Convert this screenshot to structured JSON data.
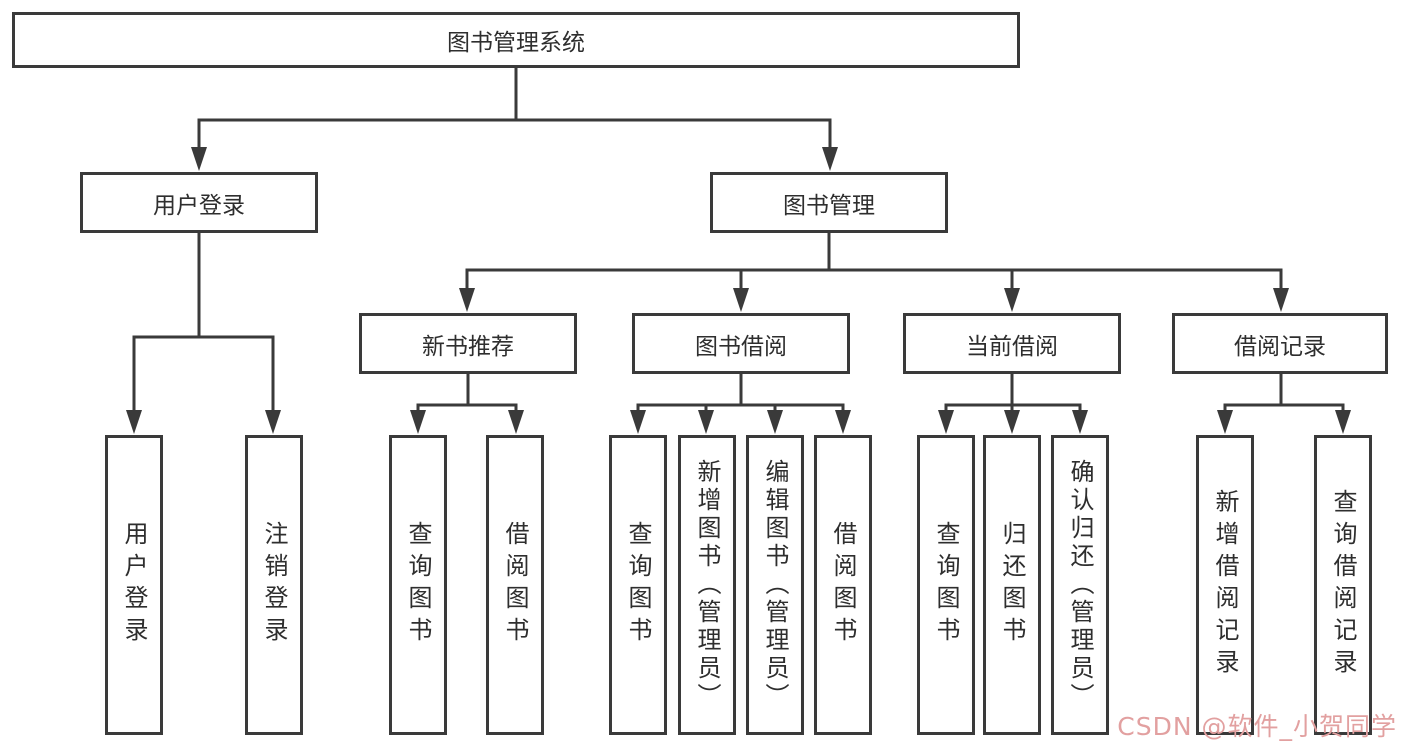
{
  "tree": {
    "root": "图书管理系统",
    "user_login": {
      "label": "用户登录",
      "children": [
        "用户登录",
        "注销登录"
      ]
    },
    "book_management": {
      "label": "图书管理",
      "sections": [
        {
          "label": "新书推荐",
          "children": [
            "查询图书",
            "借阅图书"
          ]
        },
        {
          "label": "图书借阅",
          "children": [
            "查询图书",
            "新增图书（管理员）",
            "编辑图书（管理员）",
            "借阅图书"
          ]
        },
        {
          "label": "当前借阅",
          "children": [
            "查询图书",
            "归还图书",
            "确认归还（管理员）"
          ]
        },
        {
          "label": "借阅记录",
          "children": [
            "新增借阅记录",
            "查询借阅记录"
          ]
        }
      ]
    }
  },
  "watermark": {
    "text": "CSDN @软件_小贺同学"
  },
  "colors": {
    "line": "#3a3a3a",
    "watermark": "#e2a0a0",
    "background": "#ffffff"
  }
}
